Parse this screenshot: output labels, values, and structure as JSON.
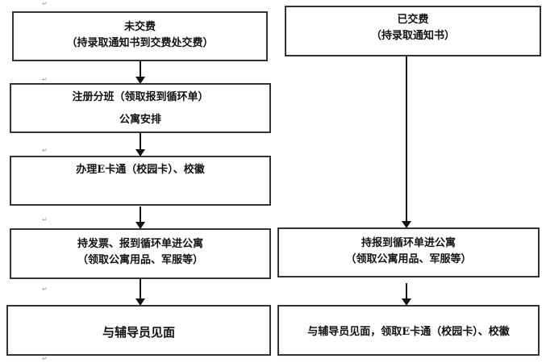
{
  "left_flow": [
    {
      "lines": [
        "未交费",
        "（持录取通知书到交费处交费）"
      ]
    },
    {
      "lines": [
        "注册分班（领取报到循环单）",
        "公寓安排"
      ]
    },
    {
      "lines": [
        "办理E卡通（校园卡）、校徽"
      ]
    },
    {
      "lines": [
        "持发票、报到循环单进公寓",
        "（领取公寓用品、军服等）"
      ]
    },
    {
      "lines": [
        "与辅导员见面"
      ]
    }
  ],
  "right_flow": [
    {
      "lines": [
        "已交费",
        "（持录取通知书）"
      ]
    },
    {
      "lines": [
        "持报到循环单进公寓",
        "（领取公寓用品、军服等）"
      ]
    },
    {
      "lines": [
        "与辅导员见面，领取E卡通（校园卡）、校徽"
      ]
    }
  ],
  "paragraph_mark": "↵"
}
